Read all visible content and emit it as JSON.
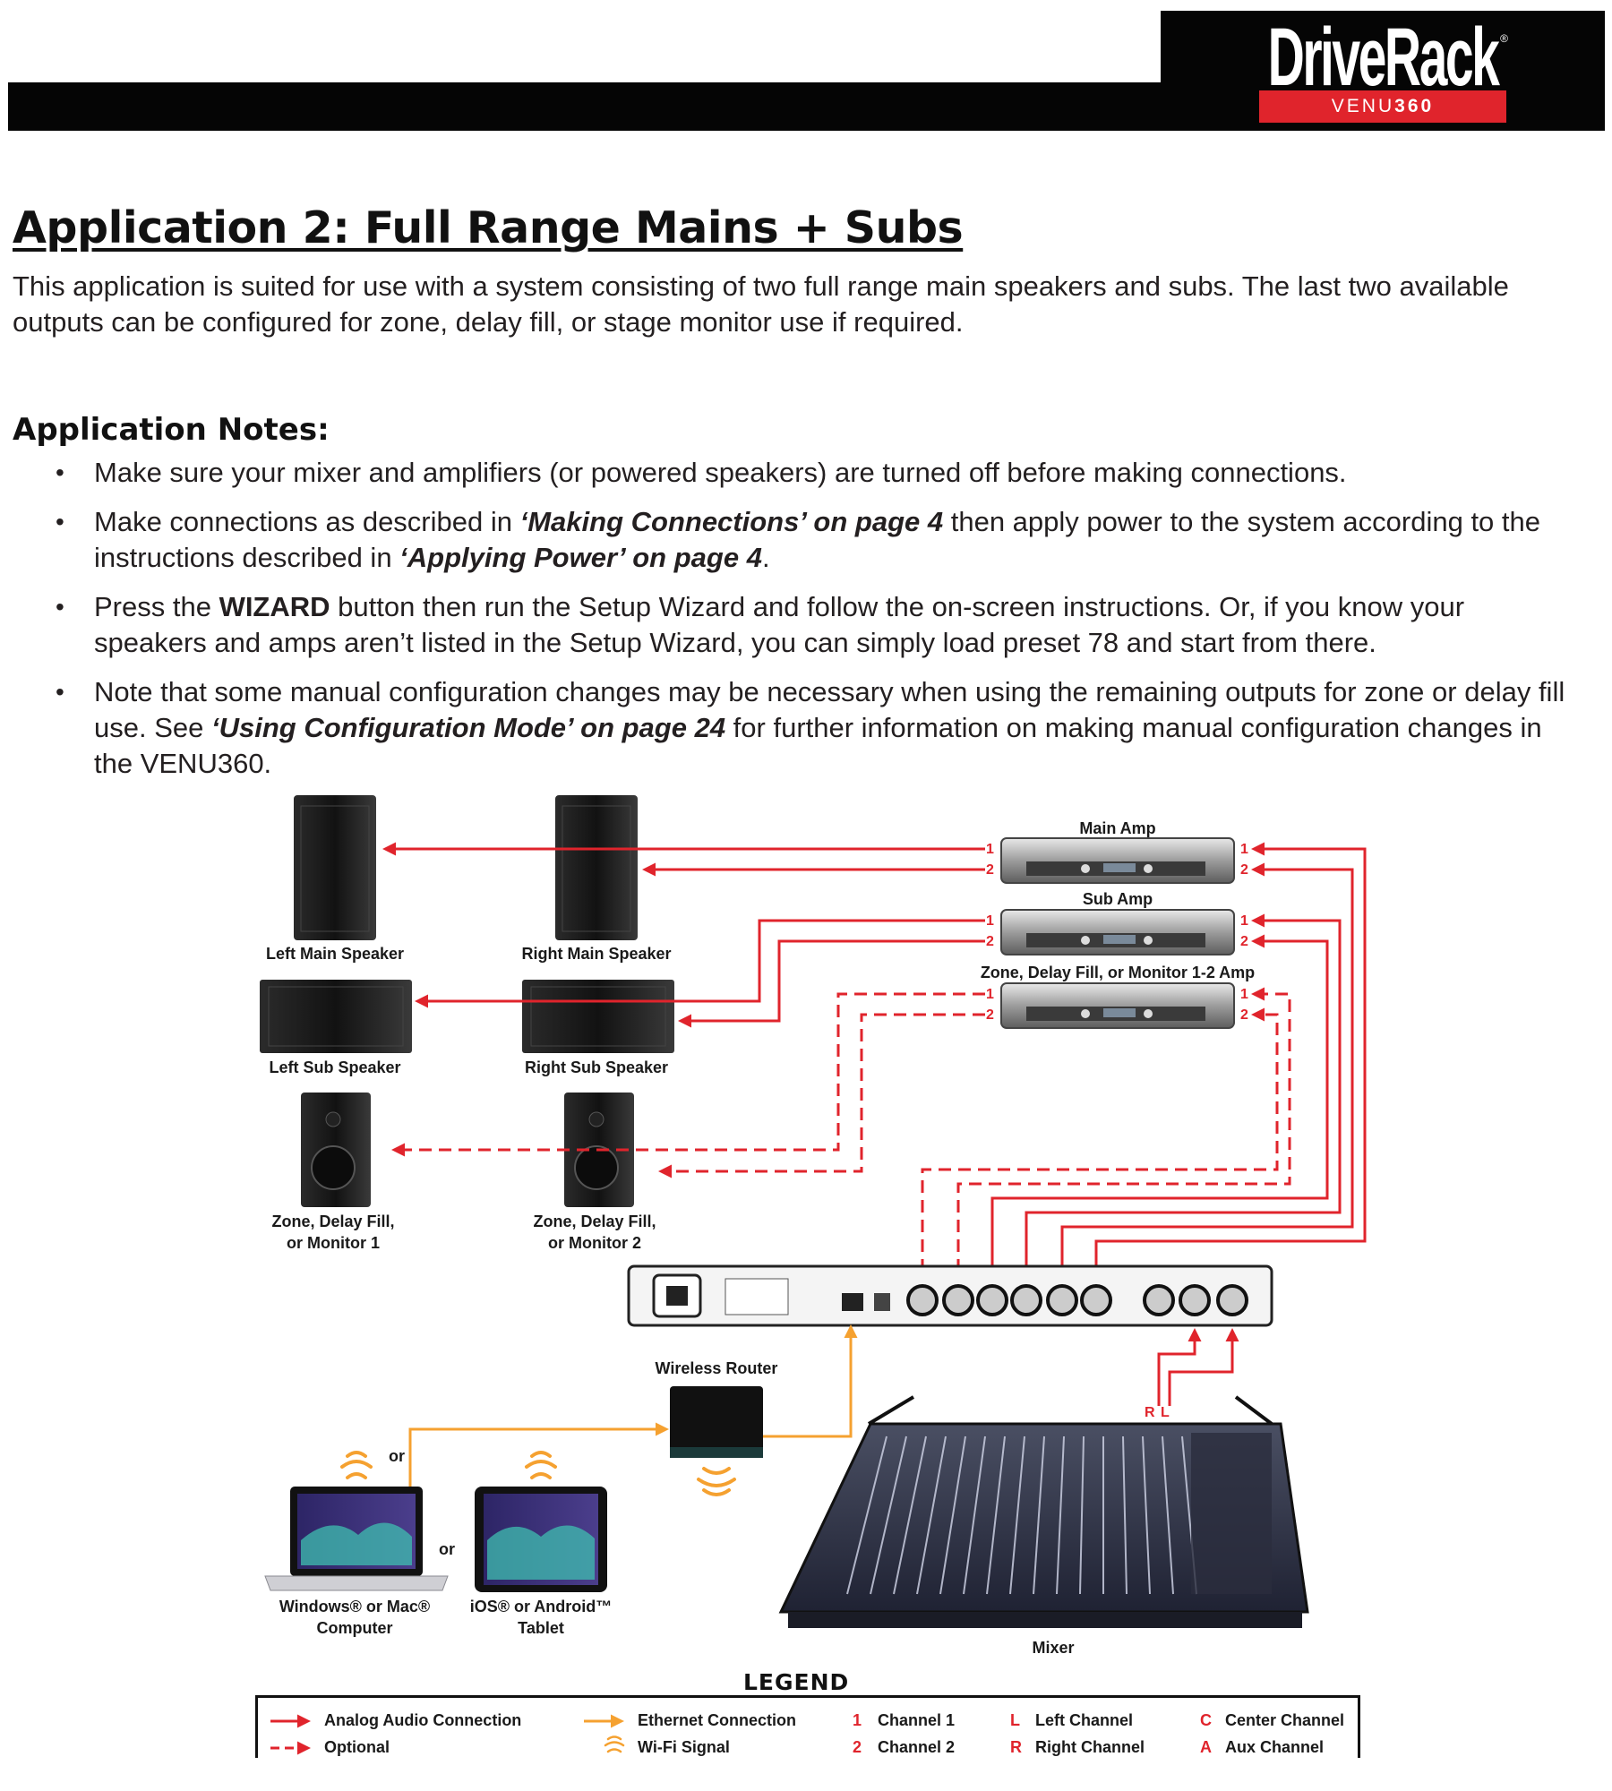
{
  "brand": {
    "logo": "DriveRack",
    "product_prefix": "VENU",
    "product_suffix": "360"
  },
  "title": "Application 2: Full Range Mains + Subs",
  "intro": "This application is suited for use with a system consisting of two full range main speakers and subs. The last two available outputs can be configured for zone, delay fill, or stage monitor use if required.",
  "notes_heading": "Application Notes:",
  "notes": [
    {
      "text": "Make sure your mixer and amplifiers (or powered speakers) are turned off before making connections."
    },
    {
      "pre": "Make connections as described in ",
      "ref1": "‘Making Connections’ on page 4",
      "mid": " then apply power to the system according to the instructions described in ",
      "ref2": "‘Applying Power’ on page 4",
      "post": "."
    },
    {
      "pre": "Press the ",
      "bold": "WIZARD",
      "post": " button then run the Setup Wizard and follow the on-screen instructions. Or, if you know your speakers and amps aren’t listed in the Setup Wizard, you can simply load preset 78 and start from there."
    },
    {
      "pre": "Note that some manual configuration changes may be necessary when using the remaining outputs for zone or delay fill use. See ",
      "ref1": "‘Using Configuration Mode’ on page 24",
      "post": " for further information on making manual configuration changes in the VENU360."
    }
  ],
  "diagram": {
    "main_amp": "Main Amp",
    "sub_amp": "Sub Amp",
    "zone_amp": "Zone, Delay Fill, or Monitor 1-2 Amp",
    "left_main": "Left Main Speaker",
    "right_main": "Right Main Speaker",
    "left_sub": "Left Sub Speaker",
    "right_sub": "Right Sub Speaker",
    "zone1_line1": "Zone, Delay Fill,",
    "zone1_line2": "or Monitor 1",
    "zone2_line1": "Zone, Delay Fill,",
    "zone2_line2": "or Monitor 2",
    "wireless_router": "Wireless Router",
    "or": "or",
    "computer_line1": "Windows® or Mac®",
    "computer_line2": "Computer",
    "tablet_line1": "iOS® or Android™",
    "tablet_line2": "Tablet",
    "mixer": "Mixer",
    "ch1": "1",
    "ch2": "2",
    "r": "R",
    "l": "L"
  },
  "legend": {
    "title": "LEGEND",
    "analog": "Analog Audio Connection",
    "optional": "Optional",
    "ethernet": "Ethernet Connection",
    "wifi": "Wi-Fi Signal",
    "channel1_code": "1",
    "channel1": "Channel 1",
    "channel2_code": "2",
    "channel2": "Channel 2",
    "left_code": "L",
    "left": "Left Channel",
    "right_code": "R",
    "right": "Right Channel",
    "center_code": "C",
    "center": "Center Channel",
    "aux_code": "A",
    "aux": "Aux Channel"
  },
  "colors": {
    "analog": "#e0242c",
    "ethernet": "#f5a130",
    "header": "#050505"
  }
}
